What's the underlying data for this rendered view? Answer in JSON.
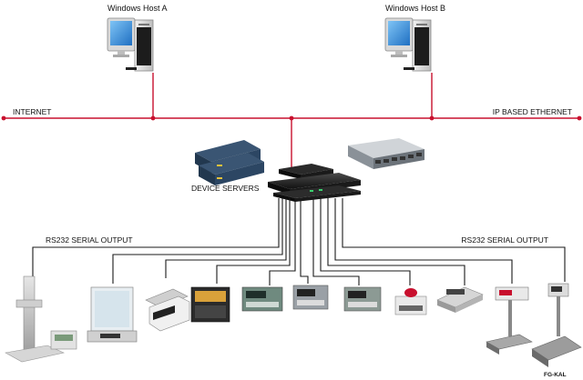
{
  "hosts": {
    "a": {
      "label": "Windows Host A",
      "icon": "desktop-computer-icon"
    },
    "b": {
      "label": "Windows Host B",
      "icon": "desktop-computer-icon"
    }
  },
  "network": {
    "left_label": "INTERNET",
    "right_label": "IP BASED ETHERNET",
    "line_color": "#c8102e"
  },
  "servers": {
    "label": "DEVICE SERVERS",
    "icons": [
      "device-server-icon",
      "rack-switch-icon",
      "network-switch-icon"
    ]
  },
  "serial": {
    "left_label": "RS232 SERIAL OUTPUT",
    "right_label": "RS232 SERIAL OUTPUT",
    "line_color": "#1a1a1a"
  },
  "devices": [
    "height-gauge-icon",
    "analytical-balance-icon",
    "precision-balance-icon",
    "weighing-indicator-icon",
    "weighing-indicator-icon",
    "weighing-indicator-icon",
    "weighing-indicator-icon",
    "counting-scale-icon",
    "price-scale-icon",
    "platform-scale-icon",
    "platform-scale-icon"
  ],
  "watermark": "FG-KAL"
}
